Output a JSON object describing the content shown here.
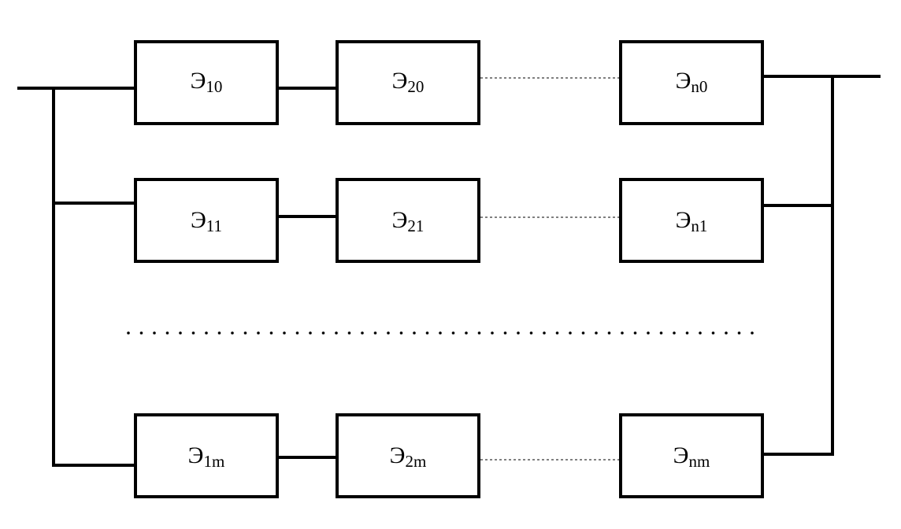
{
  "diagram": {
    "rows": [
      {
        "id": "row-0",
        "elements": [
          {
            "letter": "Э",
            "index": "10"
          },
          {
            "letter": "Э",
            "index": "20"
          },
          {
            "letter": "Э",
            "index": "n0"
          }
        ]
      },
      {
        "id": "row-1",
        "elements": [
          {
            "letter": "Э",
            "index": "11"
          },
          {
            "letter": "Э",
            "index": "21"
          },
          {
            "letter": "Э",
            "index": "n1"
          }
        ]
      },
      {
        "id": "row-m",
        "elements": [
          {
            "letter": "Э",
            "index": "1m"
          },
          {
            "letter": "Э",
            "index": "2m"
          },
          {
            "letter": "Э",
            "index": "nm"
          }
        ]
      }
    ]
  }
}
